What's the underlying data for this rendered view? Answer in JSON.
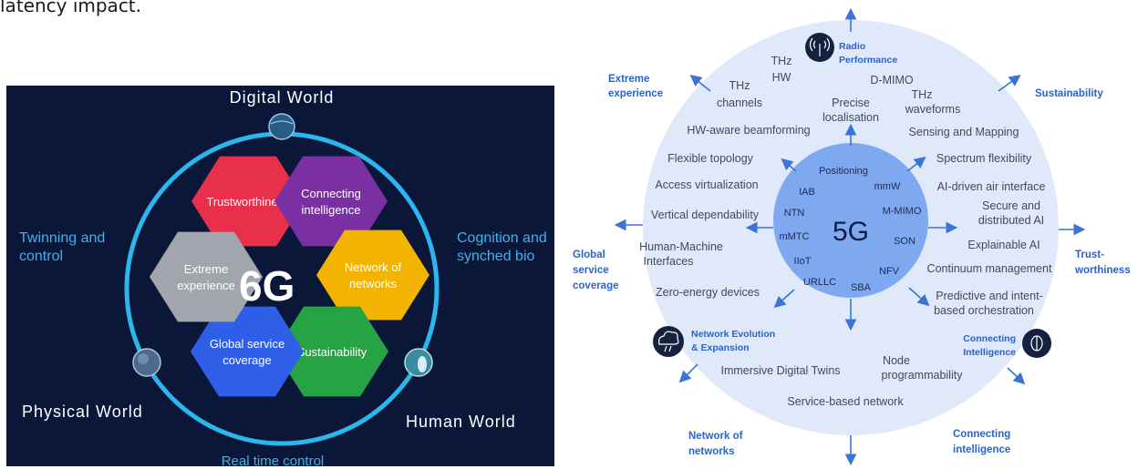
{
  "caption": "latency impact.",
  "left": {
    "center_label": "6G",
    "worlds": {
      "digital": "Digital World",
      "physical": "Physical World",
      "human": "Human World"
    },
    "side_labels": {
      "twinning_1": "Twinning and",
      "twinning_2": "control",
      "cognition_1": "Cognition and",
      "cognition_2": "synched bio",
      "realtime": "Real time control"
    },
    "hexagons": [
      {
        "line1": "Trustworthiness",
        "line2": "",
        "color": "#e8304a"
      },
      {
        "line1": "Connecting",
        "line2": "intelligence",
        "color": "#7a2fa3"
      },
      {
        "line1": "Network of",
        "line2": "networks",
        "color": "#f2b400"
      },
      {
        "line1": "Sustainability",
        "line2": "",
        "color": "#26a344"
      },
      {
        "line1": "Global service",
        "line2": "coverage",
        "color": "#2f5fe8"
      },
      {
        "line1": "Extreme",
        "line2": "experience",
        "color": "#a2a5ab"
      }
    ]
  },
  "right": {
    "center_label": "5G",
    "inner": {
      "positioning": "Positioning",
      "iab": "IAB",
      "mmw": "mmW",
      "ntn": "NTN",
      "mmimo": "M-MIMO",
      "mmtc": "mMTC",
      "son": "SON",
      "iiot": "IIoT",
      "nfv": "NFV",
      "urllc": "URLLC",
      "sba": "SBA"
    },
    "ring": {
      "thz_hw_1": "THz",
      "thz_hw_2": "HW",
      "thz_ch_1": "THz",
      "thz_ch_2": "channels",
      "dmimo": "D-MIMO",
      "thz_wf_1": "THz",
      "thz_wf_2": "waveforms",
      "precise_1": "Precise",
      "precise_2": "localisation",
      "hw_beam": "HW-aware beamforming",
      "sensing": "Sensing and Mapping",
      "flex_topo": "Flexible topology",
      "spectrum": "Spectrum flexibility",
      "access_virt": "Access virtualization",
      "ai_air": "AI-driven air interface",
      "secure_1": "Secure and",
      "secure_2": "distributed AI",
      "vertical": "Vertical dependability",
      "hmi_1": "Human-Machine",
      "hmi_2": "Interfaces",
      "explainable": "Explainable AI",
      "continuum": "Continuum management",
      "zero_energy": "Zero-energy devices",
      "predictive_1": "Predictive and intent-",
      "predictive_2": "based orchestration",
      "node_1": "Node",
      "node_2": "programmability",
      "twins": "Immersive Digital Twins",
      "sbn": "Service-based network"
    },
    "badges": {
      "radio_1": "Radio",
      "radio_2": "Performance",
      "evo_1": "Network Evolution",
      "evo_2": "& Expansion",
      "conn_1": "Connecting",
      "conn_2": "Intelligence"
    },
    "outer": {
      "extreme_1": "Extreme",
      "extreme_2": "experience",
      "sustain": "Sustainability",
      "global_1": "Global",
      "global_2": "service",
      "global_3": "coverage",
      "trust_1": "Trust-",
      "trust_2": "worthiness",
      "non_1": "Network of",
      "non_2": "networks",
      "ci_1": "Connecting",
      "ci_2": "intelligence"
    },
    "colors": {
      "blue_text": "#2a63c9",
      "ring": "#dfe9fa",
      "core": "#7ea9f0"
    }
  }
}
